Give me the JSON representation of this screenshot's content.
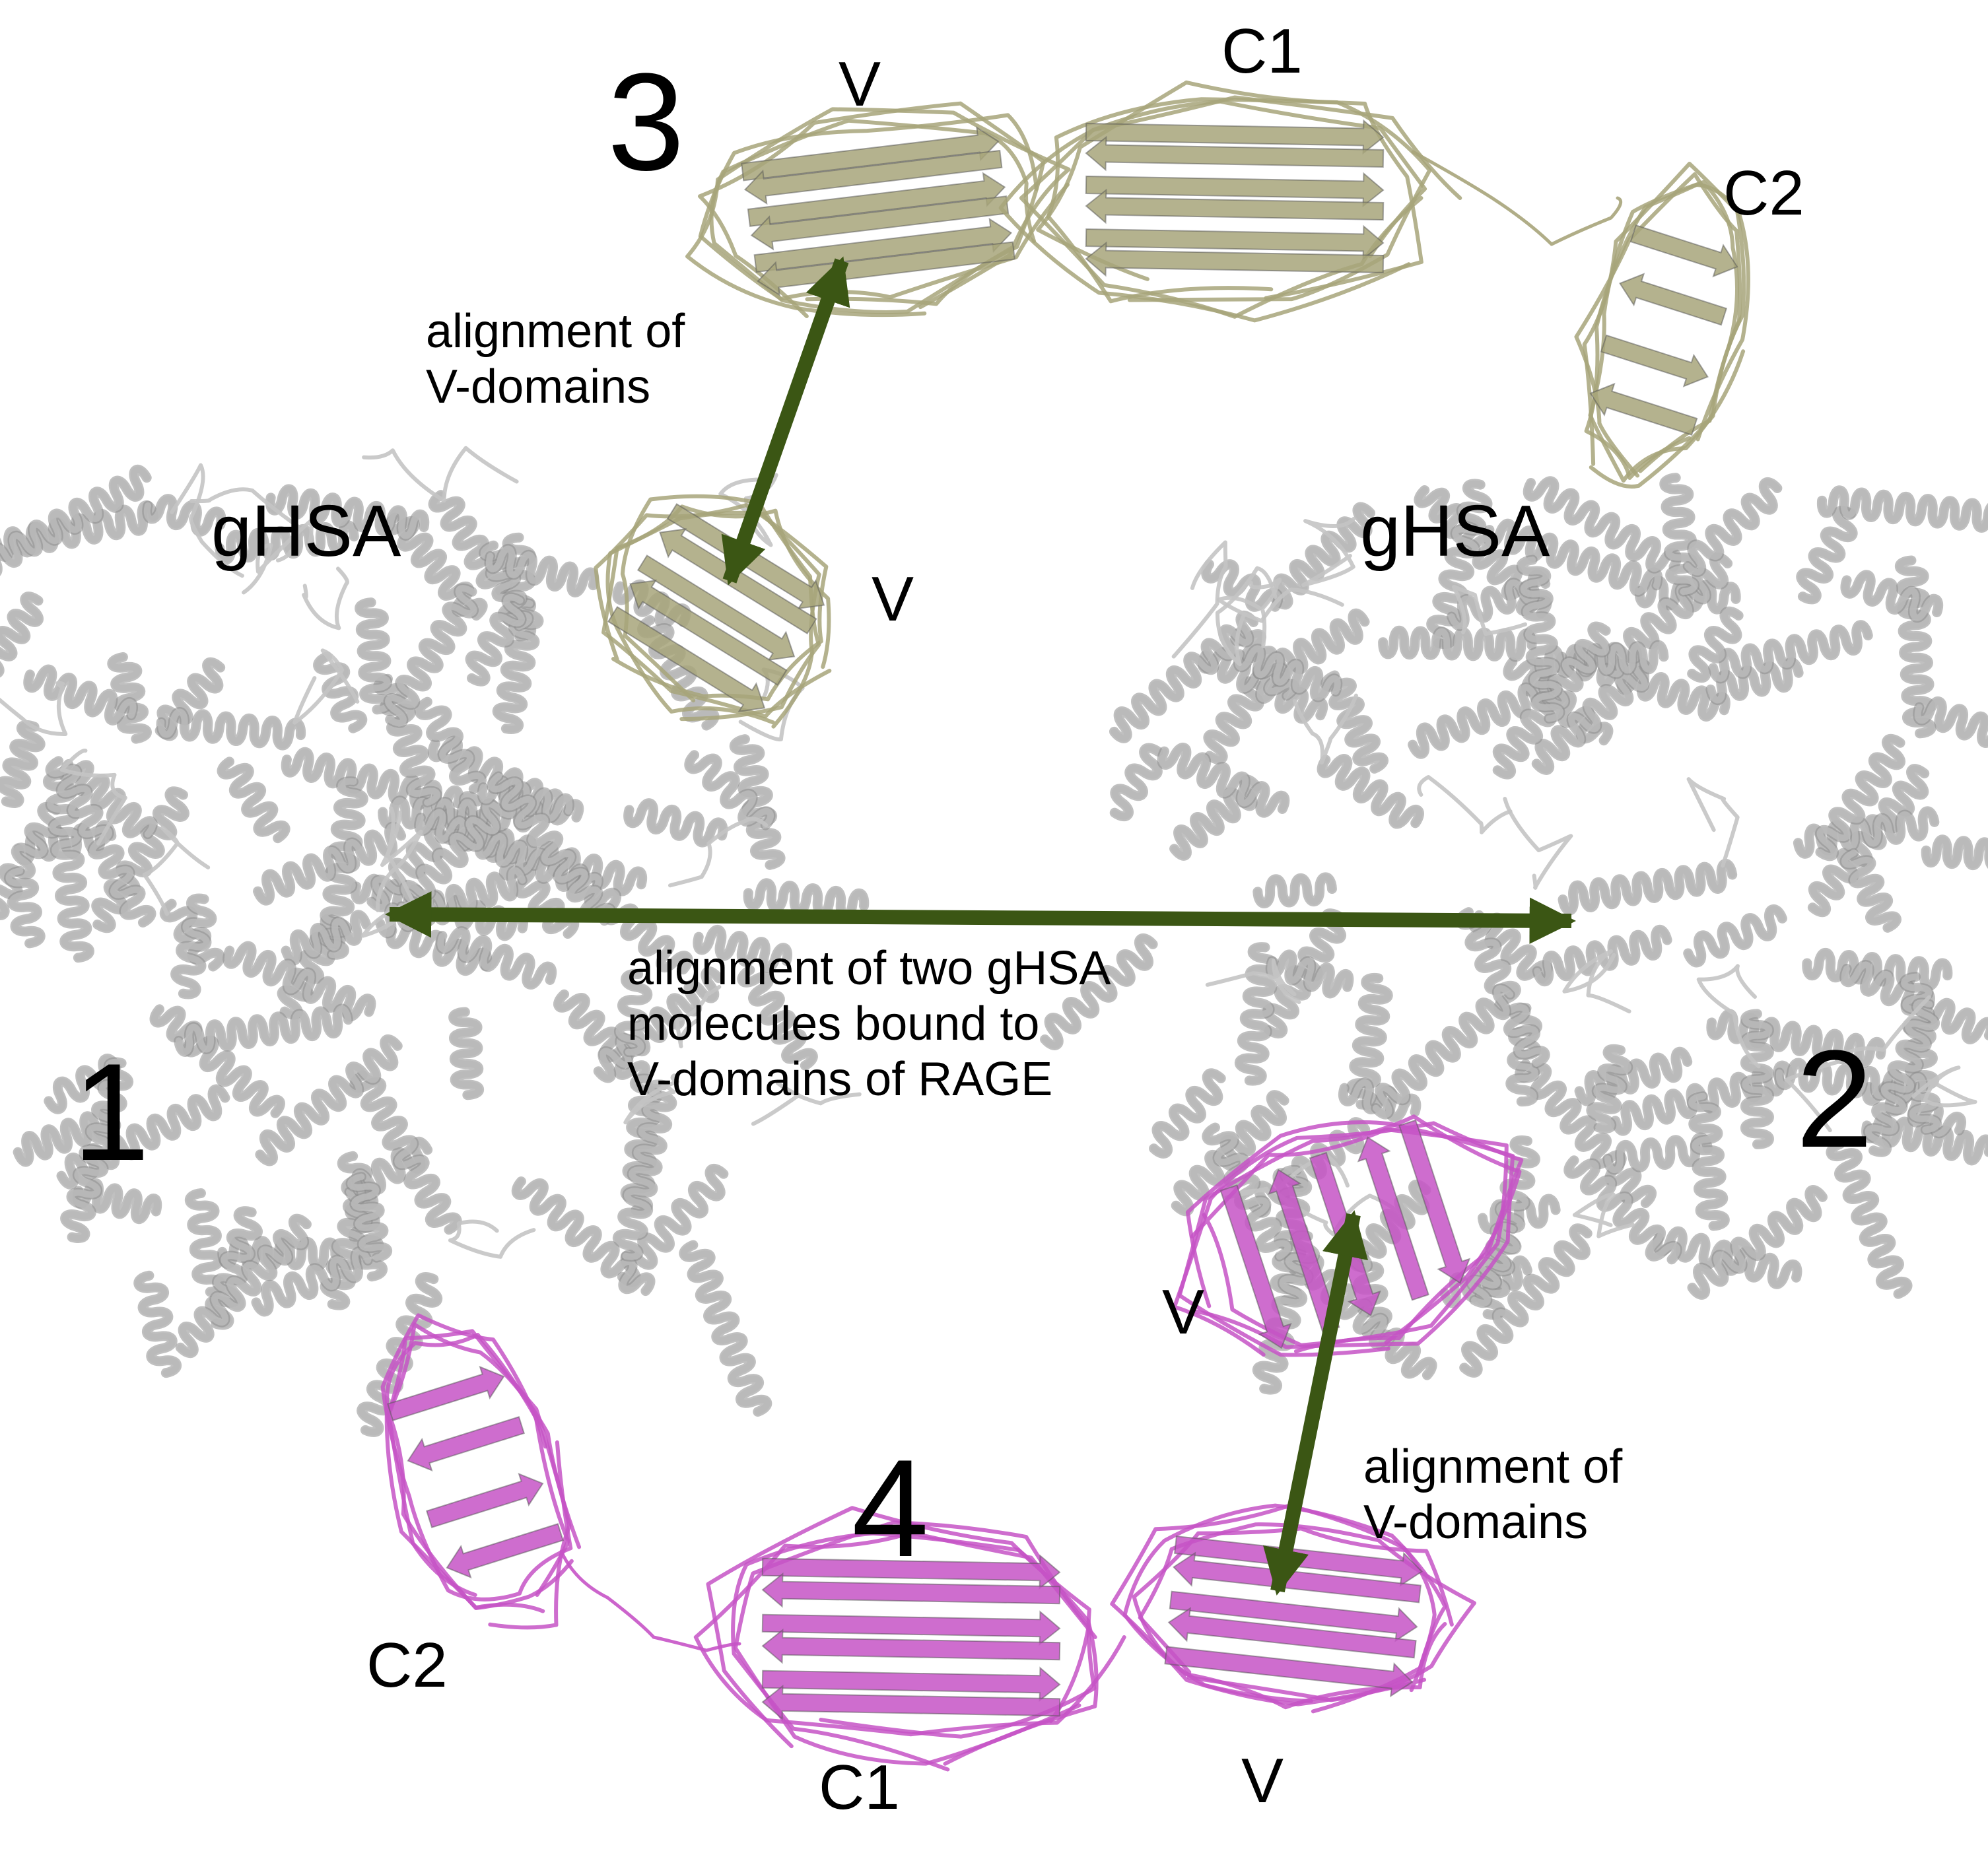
{
  "colors": {
    "ghsa_ribbon": "#b9b9b9",
    "rage_olive": "#a7a47a",
    "rage_magenta": "#c653c6",
    "arrow": "#3b5614",
    "text": "#000000"
  },
  "panel_numbers": {
    "n1": "1",
    "n2": "2",
    "n3": "3",
    "n4": "4"
  },
  "top_molecule": {
    "v": "V",
    "c1": "C1",
    "c2": "C2"
  },
  "middle_left": {
    "ghsa": "gHSA",
    "v": "V"
  },
  "middle_right": {
    "ghsa": "gHSA",
    "v": "V"
  },
  "bottom_molecule": {
    "c2": "C2",
    "c1": "C1",
    "v": "V"
  },
  "annotations": {
    "top_line1": "alignment of",
    "top_line2": "V-domains",
    "center_line1": "alignment of two gHSA",
    "center_line2": "molecules bound to",
    "center_line3": "V-domains of RAGE",
    "bottom_line1": "alignment of",
    "bottom_line2": "V-domains"
  }
}
